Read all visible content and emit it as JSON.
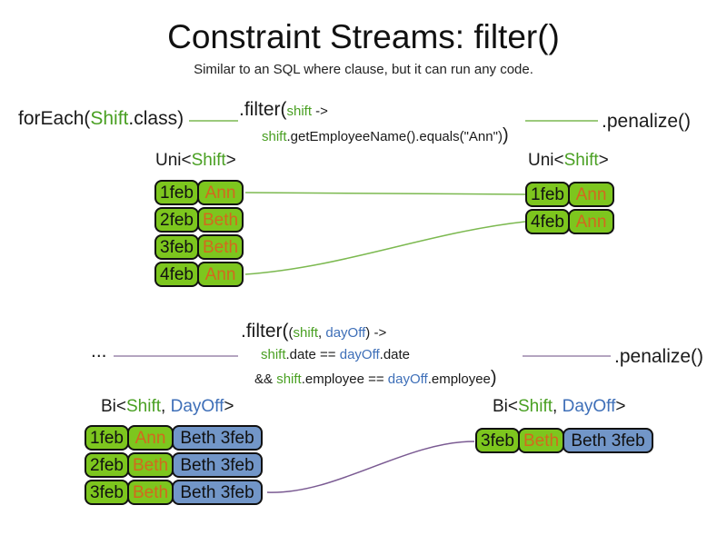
{
  "colors": {
    "code_green": "#4aa023",
    "code_blue": "#3e6fb8",
    "cell_green": "#7dc61e",
    "cell_blue": "#7296c8",
    "name_orange": "#d2691e",
    "line_green": "#7cb950",
    "line_purple_light": "#9b87ab",
    "line_purple_dark": "#7a5a92",
    "text_black": "#1a1a1a"
  },
  "header": {
    "title": "Constraint Streams: filter()",
    "subtitle": "Similar to an SQL where clause, but it can run any code."
  },
  "section1": {
    "source_code": {
      "pre": "forEach(",
      "type": "Shift",
      "post": ".class)"
    },
    "filter_code": {
      "method": ".filter(",
      "param": "shift",
      "arrow": " ->",
      "body_param": "shift",
      "body": ".getEmployeeName().equals(\"Ann\")",
      "close": ")"
    },
    "penalize_label": ".penalize()",
    "left_table": {
      "label": {
        "pre": "Uni<",
        "type": "Shift",
        "post": ">"
      },
      "rows": [
        {
          "date": "1feb",
          "name": "Ann"
        },
        {
          "date": "2feb",
          "name": "Beth"
        },
        {
          "date": "3feb",
          "name": "Beth"
        },
        {
          "date": "4feb",
          "name": "Ann"
        }
      ]
    },
    "right_table": {
      "label": {
        "pre": "Uni<",
        "type": "Shift",
        "post": ">"
      },
      "rows": [
        {
          "date": "1feb",
          "name": "Ann"
        },
        {
          "date": "4feb",
          "name": "Ann"
        }
      ]
    }
  },
  "section2": {
    "source_ellipsis": "...",
    "filter_code": {
      "method": ".filter(",
      "params_open": "(",
      "param1": "shift",
      "params_comma": ", ",
      "param2": "dayOff",
      "params_close": ") ->",
      "body1_param": "shift",
      "body1_op": ".date == ",
      "body1_param2": "dayOff",
      "body1_end": ".date",
      "body2_and": "&& ",
      "body2_param": "shift",
      "body2_op": ".employee == ",
      "body2_param2": "dayOff",
      "body2_end": ".employee",
      "close": ")"
    },
    "penalize_label": ".penalize()",
    "left_table": {
      "label": {
        "pre": "Bi<",
        "type1": "Shift",
        "comma": ", ",
        "type2": "DayOff",
        "post": ">"
      },
      "rows": [
        {
          "date": "1feb",
          "name": "Ann",
          "pair": "Beth 3feb"
        },
        {
          "date": "2feb",
          "name": "Beth",
          "pair": "Beth 3feb"
        },
        {
          "date": "3feb",
          "name": "Beth",
          "pair": "Beth 3feb"
        }
      ]
    },
    "right_table": {
      "label": {
        "pre": "Bi<",
        "type1": "Shift",
        "comma": ", ",
        "type2": "DayOff",
        "post": ">"
      },
      "rows": [
        {
          "date": "3feb",
          "name": "Beth",
          "pair": "Beth 3feb"
        }
      ]
    }
  }
}
